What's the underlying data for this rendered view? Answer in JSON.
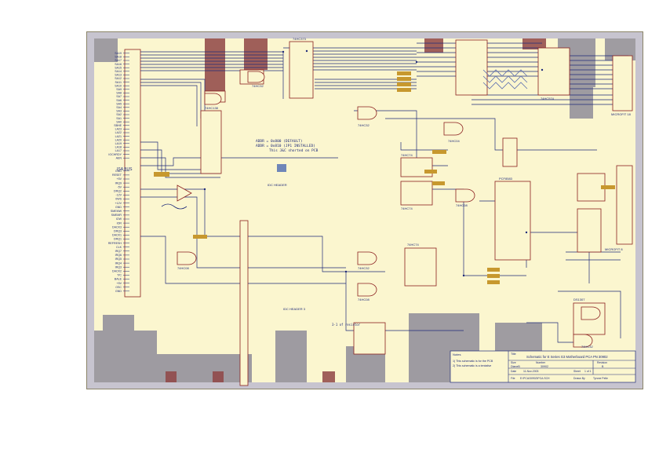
{
  "schematic": {
    "colors": {
      "paper": "#fbf6cf",
      "border_band": "#c7c4cf",
      "wire": "#1e2a7a",
      "component": "#8b1e1e",
      "net_label": "#c7982e",
      "occlusion_gray": "#8e8c99",
      "occlusion_brown": "#8f4545",
      "hatch_blue": "#5d6fb0"
    },
    "annotations": {
      "addr_a": "ADDR = 0x800 (DEFAULT)",
      "addr_b": "ADDR = 0x810 (JP1 INSTALLED)",
      "pcb_note": "This J&C shorted on PCB",
      "reset_note": "3-1 of  resistor"
    },
    "parts": {
      "u_left_1": "74HC138",
      "u_top_1": "74HC373",
      "u_top_2": "74HC32",
      "u_mid_1": "74HC32",
      "u_mid_2": "74HC08",
      "u_mid_3": "74HC74",
      "u_mid_4": "74HC74",
      "u_osc": "74HC04",
      "u_rtc": "PCF8583",
      "u_right": "74HC574",
      "u_low_1": "74HC32",
      "u_low_2": "74HC08",
      "u_low_3": "74HC74",
      "u_low_4": "74HC08",
      "u_bot_right_1": "DS1307",
      "u_bot_right_2": "74HC32"
    },
    "isa_bus_pins_a": [
      "SA19",
      "SA18",
      "SA17",
      "SA16",
      "SA15",
      "SA14",
      "SA13",
      "SA12",
      "SA11",
      "SA10",
      "SA9",
      "SA8",
      "SA7",
      "SA6",
      "SA5",
      "SA4",
      "SA3",
      "SA2",
      "SA1",
      "SA0",
      "SBHE",
      "LA23",
      "LA22",
      "LA21",
      "LA20",
      "LA19",
      "LA18",
      "LA17",
      "IOCHRDY",
      "AEN"
    ],
    "isa_bus_pins_b": [
      "GND",
      "RESET",
      "+5V",
      "IRQ9",
      "-5V",
      "DRQ2",
      "-12V",
      "0WS",
      "+12V",
      "GND",
      "SMEMW",
      "SMEMR",
      "IOW",
      "IOR",
      "DACK3",
      "DRQ3",
      "DACK1",
      "DRQ1",
      "REFRESH",
      "CLK",
      "IRQ7",
      "IRQ6",
      "IRQ5",
      "IRQ4",
      "IRQ3",
      "DACK2",
      "T/C",
      "BALE",
      "+5V",
      "OSC",
      "GND"
    ],
    "connectors": {
      "left": "ISA BUS",
      "right_top": "MICROFIT 18",
      "right_mid": "MICROFIT 8",
      "header_1": "IDC HEADER",
      "header_2": "IDC HEADER 3"
    },
    "title_block": {
      "notes_label": "Notes",
      "note_1": "1) This schematic is for the PCB",
      "note_2": "2) This schematic is a tentative",
      "title_label": "Title",
      "title": "Schematic for E Series G3 Motherboard PCA PN 30902",
      "size_label": "Size",
      "size": "DianeB",
      "number_label": "Number",
      "number": "30902",
      "revision_label": "Revision",
      "revision": "B",
      "date_label": "Date",
      "date": "11-Nov-2003",
      "sheet_label": "Sheet",
      "sheet": "1 of 1",
      "file_label": "File",
      "file": "E:\\PCA\\30902\\PCA.SCH",
      "drawn_label": "Drawn By",
      "drawn": "Tyrone Pelle"
    }
  }
}
